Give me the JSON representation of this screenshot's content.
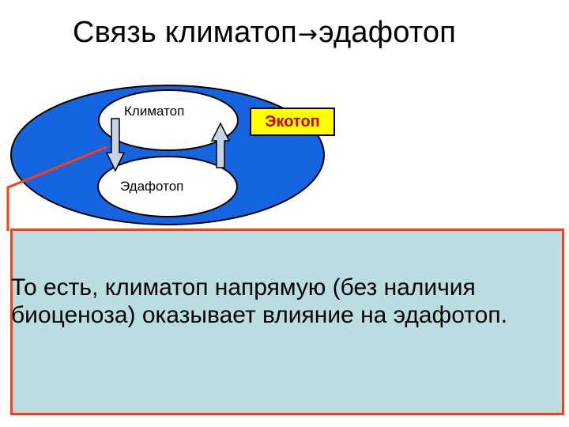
{
  "title": {
    "left": "Связь климатоп",
    "arrow": "→",
    "right": "эдафотоп"
  },
  "nodes": {
    "climatop": "Климатоп",
    "edaphotop": "Эдафотоп",
    "ecotop": "Экотоп"
  },
  "callout": {
    "text": "То есть, климатоп напрямую (без наличия биоценоза) оказывает влияние на эдафотоп."
  },
  "colors": {
    "ellipse_fill": "#1565e0",
    "ecotop_fill": "#ffff00",
    "ecotop_text": "#cc0000",
    "callout_fill": "#b9dde1",
    "callout_border": "#ff3b0f",
    "arrow_fill": "#c8d4e6"
  }
}
